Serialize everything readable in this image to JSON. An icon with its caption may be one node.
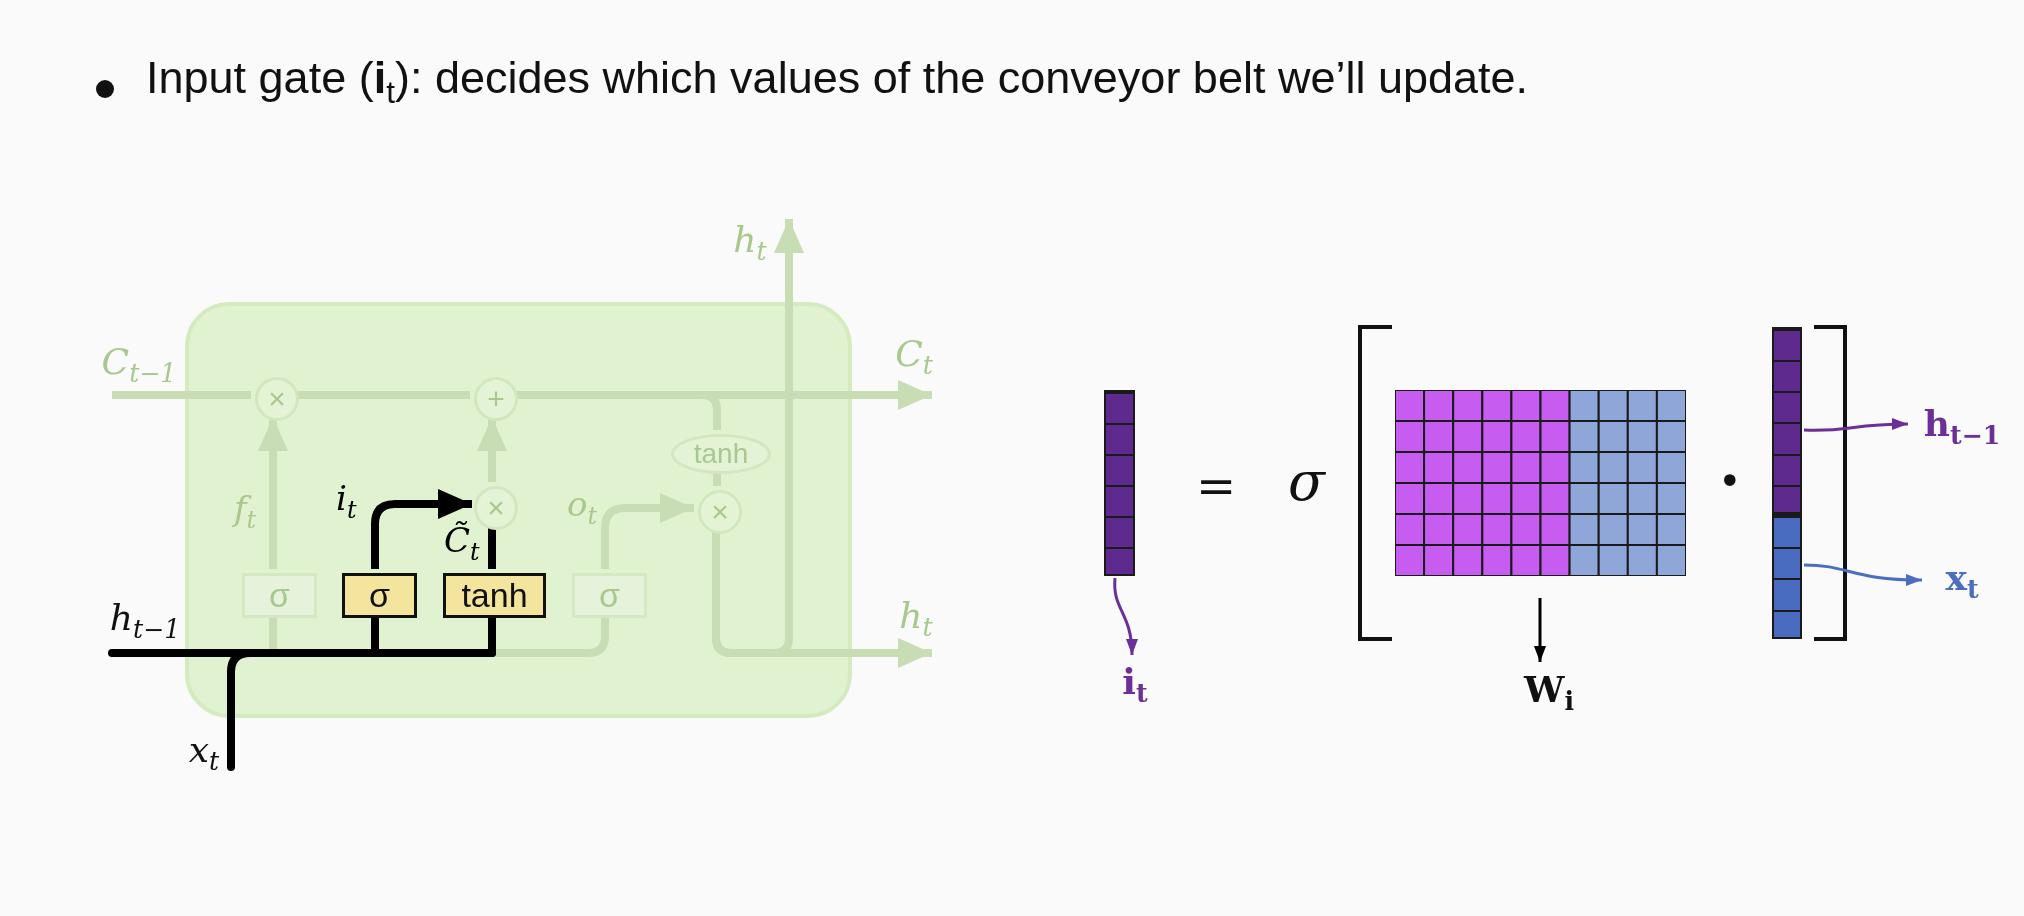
{
  "diagram": {
    "title": "Input gate (**i**$_{t}$): decides which values of the conveyor belt we’ll update.",
    "nodes": [
      {
        "text": [],
        "shape": "box"
      },
      {
        "text": [
          "C$_{t−1}$"
        ]
      },
      {
        "text": [
          "×"
        ],
        "in": 0
      },
      {
        "text": [
          "+"
        ],
        "in": 0
      },
      {
        "text": [
          "C$_{t}$"
        ]
      },
      {
        "text": [
          "×"
        ],
        "in": 0
      },
      {
        "text": [
          "tanh"
        ],
        "in": 0
      },
      {
        "text": [
          "×"
        ],
        "in": 0
      },
      {
        "text": [
          "σ"
        ],
        "in": 0
      },
      {
        "text": [
          "σ"
        ],
        "in": 0
      },
      {
        "text": [
          "tanh"
        ],
        "in": 0
      },
      {
        "text": [
          "σ"
        ],
        "in": 0
      },
      {
        "text": [
          "h$_{t−1}$"
        ]
      },
      {
        "text": [
          "x$_{t}$"
        ]
      },
      {
        "text": [
          "h$_{t}$"
        ]
      },
      {
        "text": [
          "h$_{t}$"
        ]
      },
      {
        "text": [],
        "shape": "bar"
      },
      {
        "text": [
          "i$_{t}$"
        ]
      },
      {
        "text": [],
        "shape": "box"
      },
      {
        "text": [
          "W$_{i}$"
        ]
      },
      {
        "text": [],
        "shape": "bar"
      },
      {
        "text": [],
        "shape": "bar"
      },
      {
        "text": [
          "h$_{t−1}$"
        ]
      },
      {
        "text": [
          "x$_{t}$"
        ]
      }
    ],
    "edges": [
      {
        "from": 1,
        "to": 2,
        "arrow": "none"
      },
      {
        "from": 2,
        "to": 3,
        "arrow": "none"
      },
      {
        "from": 3,
        "to": 4,
        "arrow": "to"
      },
      {
        "from": 8,
        "to": 2,
        "arrow": "to",
        "label": "f$_{t}$"
      },
      {
        "from": 5,
        "to": 3,
        "arrow": "to"
      },
      {
        "from": 11,
        "to": 7,
        "arrow": "to",
        "label": "o$_{t}$"
      },
      {
        "from": 3,
        "to": 6,
        "arrow": "none"
      },
      {
        "from": 6,
        "to": 7,
        "arrow": "none"
      },
      {
        "from": 7,
        "to": 15,
        "arrow": "to"
      },
      {
        "from": 7,
        "to": 14,
        "arrow": "to"
      },
      {
        "from": 12,
        "to": 8,
        "arrow": "none",
        "color": "#000000"
      },
      {
        "from": 13,
        "to": 8,
        "arrow": "none",
        "color": "#000000"
      },
      {
        "from": 12,
        "to": 9,
        "arrow": "none",
        "color": "#000000"
      },
      {
        "from": 13,
        "to": 9,
        "arrow": "none",
        "color": "#000000"
      },
      {
        "from": 12,
        "to": 10,
        "arrow": "none",
        "color": "#000000"
      },
      {
        "from": 13,
        "to": 10,
        "arrow": "none",
        "color": "#000000"
      },
      {
        "from": 12,
        "to": 11,
        "arrow": "none"
      },
      {
        "from": 13,
        "to": 11,
        "arrow": "none"
      },
      {
        "from": 9,
        "to": 5,
        "arrow": "to",
        "label": "i$_{t}$",
        "color": "#000000"
      },
      {
        "from": 10,
        "to": 5,
        "arrow": "none",
        "label": "C̃$_{t}$",
        "color": "#000000"
      },
      {
        "from": 16,
        "to": 17,
        "arrow": "to",
        "color": "#6b2f96"
      },
      {
        "from": 18,
        "to": 19,
        "arrow": "to",
        "color": "#000000"
      },
      {
        "from": 20,
        "to": 22,
        "arrow": "to",
        "color": "#6b2f96"
      },
      {
        "from": 21,
        "to": 23,
        "arrow": "to",
        "color": "#4a6fc0"
      }
    ],
    "labels": [
      "=",
      "σ",
      "•"
    ]
  }
}
